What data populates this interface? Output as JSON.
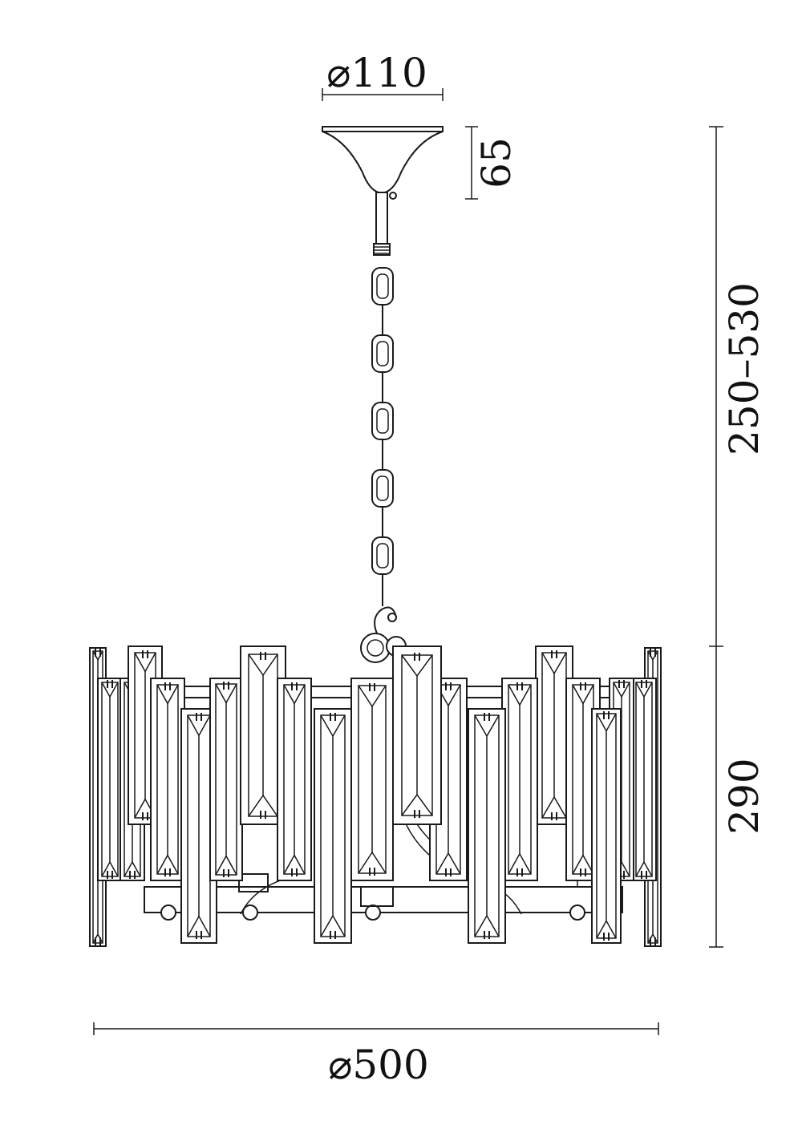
{
  "dimensions": {
    "canopy_diameter": "⌀110",
    "canopy_height": "65",
    "suspension_length": "250–530",
    "body_height": "290",
    "body_diameter": "⌀500"
  },
  "colors": {
    "line": "#1a1a1a",
    "background": "#ffffff"
  }
}
